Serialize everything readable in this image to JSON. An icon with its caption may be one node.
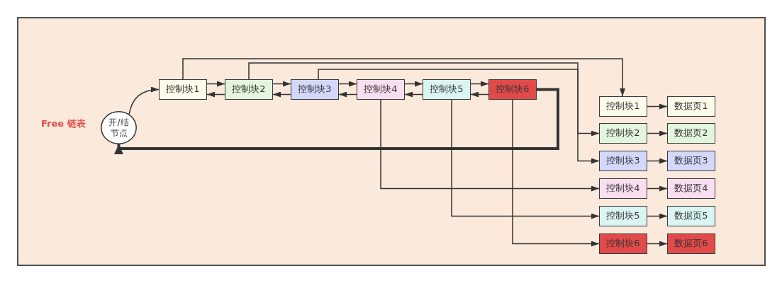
{
  "diagram": {
    "nodes": [
      {
        "text": [
          "开/结节点"
        ]
      },
      {
        "text": [
          "控制块1"
        ]
      },
      {
        "text": [
          "控制块2"
        ]
      },
      {
        "text": [
          "控制块3"
        ]
      },
      {
        "text": [
          "控制块4"
        ]
      },
      {
        "text": [
          "控制块5"
        ]
      },
      {
        "text": [
          "控制块6"
        ]
      },
      {
        "text": [
          "控制块1"
        ]
      },
      {
        "text": [
          "数据页1"
        ]
      },
      {
        "text": [
          "控制块2"
        ]
      },
      {
        "text": [
          "数据页2"
        ]
      },
      {
        "text": [
          "控制块3"
        ]
      },
      {
        "text": [
          "数据页3"
        ]
      },
      {
        "text": [
          "控制块4"
        ]
      },
      {
        "text": [
          "数据页4"
        ]
      },
      {
        "text": [
          "控制块5"
        ]
      },
      {
        "text": [
          "数据页5"
        ]
      },
      {
        "text": [
          "控制块6"
        ]
      },
      {
        "text": [
          "数据页6"
        ]
      }
    ],
    "edges": [
      {
        "from": 0,
        "to": 1,
        "arrow": "to"
      },
      {
        "from": 1,
        "to": 2,
        "arrow": "to"
      },
      {
        "from": 2,
        "to": 1,
        "arrow": "to"
      },
      {
        "from": 2,
        "to": 3,
        "arrow": "to"
      },
      {
        "from": 3,
        "to": 2,
        "arrow": "to"
      },
      {
        "from": 3,
        "to": 4,
        "arrow": "to"
      },
      {
        "from": 4,
        "to": 3,
        "arrow": "to"
      },
      {
        "from": 4,
        "to": 5,
        "arrow": "to"
      },
      {
        "from": 5,
        "to": 4,
        "arrow": "to"
      },
      {
        "from": 5,
        "to": 6,
        "arrow": "to"
      },
      {
        "from": 6,
        "to": 5,
        "arrow": "to"
      },
      {
        "from": 6,
        "to": 0,
        "arrow": "to",
        "style": "thick"
      },
      {
        "from": 1,
        "to": 7,
        "arrow": "to"
      },
      {
        "from": 2,
        "to": 9,
        "arrow": "to"
      },
      {
        "from": 3,
        "to": 11,
        "arrow": "to"
      },
      {
        "from": 4,
        "to": 13,
        "arrow": "to"
      },
      {
        "from": 5,
        "to": 15,
        "arrow": "to"
      },
      {
        "from": 6,
        "to": 17,
        "arrow": "to"
      },
      {
        "from": 7,
        "to": 8,
        "arrow": "to"
      },
      {
        "from": 9,
        "to": 10,
        "arrow": "to"
      },
      {
        "from": 11,
        "to": 12,
        "arrow": "to"
      },
      {
        "from": 13,
        "to": 14,
        "arrow": "to"
      },
      {
        "from": 15,
        "to": 16,
        "arrow": "to"
      },
      {
        "from": 17,
        "to": 18,
        "arrow": "to"
      }
    ],
    "labels": [
      "Free 链表"
    ]
  }
}
